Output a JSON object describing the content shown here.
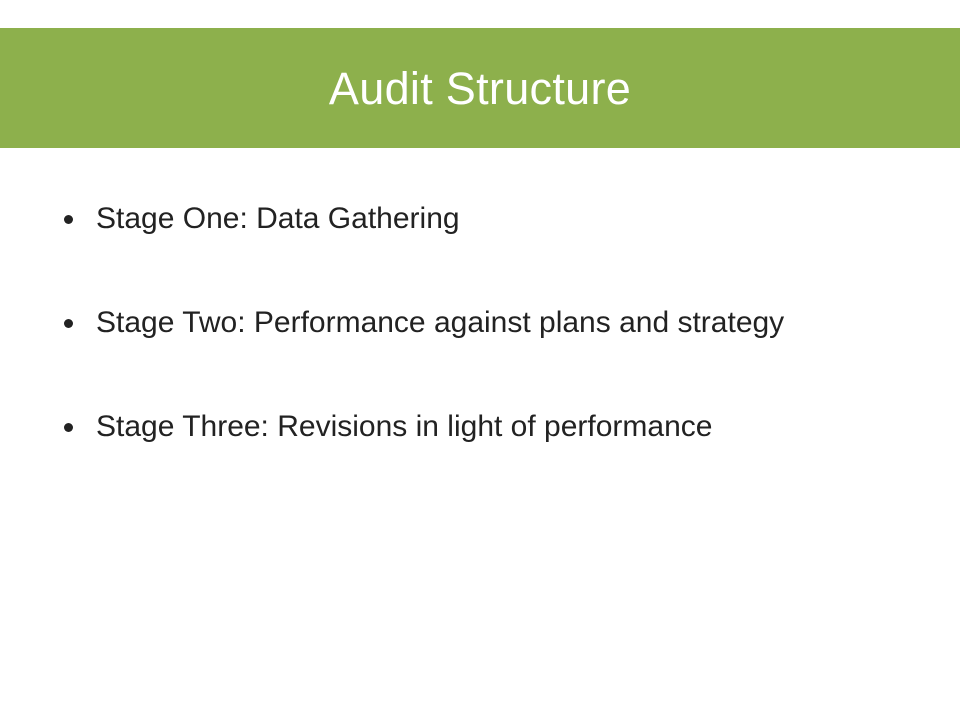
{
  "slide": {
    "title": "Audit Structure",
    "accent_color": "#8db04c",
    "bullets": [
      {
        "text": "Stage One: Data Gathering"
      },
      {
        "text": "Stage Two: Performance against plans and strategy"
      },
      {
        "text": "Stage Three: Revisions in light of performance"
      }
    ]
  }
}
